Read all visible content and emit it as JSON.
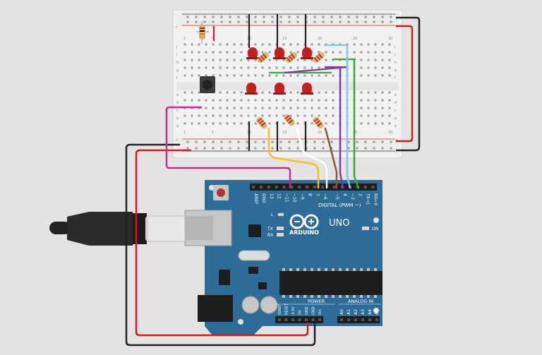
{
  "board": {
    "logo_text": "ARDUINO",
    "model_text": "UNO",
    "digital_header_text": "DIGITAL (PWM ~)",
    "power_header_text": "POWER",
    "analog_header_text": "ANALOG IN",
    "on_label": "ON",
    "tx_label": "TX",
    "rx_label": "RX",
    "l_label": "L",
    "digital_pins": [
      "AREF",
      "GND",
      "13",
      "12",
      "~11",
      "~10",
      "~9",
      "8",
      "7",
      "~6",
      "~5",
      "4",
      "~3",
      "2",
      "TX→1",
      "RX←0"
    ],
    "power_pins": [
      "IOREF",
      "RESET",
      "3.3V",
      "5V",
      "GND",
      "GND",
      "Vin"
    ],
    "analog_pins": [
      "A0",
      "A1",
      "A2",
      "A3",
      "A4",
      "A5"
    ]
  },
  "breadboard": {
    "row_letters_top": [
      "j",
      "i",
      "h",
      "g",
      "f"
    ],
    "row_letters_bottom": [
      "e",
      "d",
      "c",
      "b",
      "a"
    ],
    "rail_plus": "+",
    "rail_minus": "-",
    "column_numbers": [
      "1",
      "",
      "",
      "",
      "5",
      "",
      "",
      "",
      "",
      "10",
      "",
      "",
      "",
      "",
      "15",
      "",
      "",
      "",
      "",
      "20",
      "",
      "",
      "",
      "",
      "25",
      "",
      "",
      "",
      "",
      "30"
    ]
  },
  "colors": {
    "board": "#2e6c98",
    "breadboard": "#f2f2f2",
    "wire_black": "#222222",
    "wire_red": "#d7191c",
    "wire_magenta": "#c0308f",
    "wire_yellow": "#f2c31b",
    "wire_white": "#ffffff",
    "wire_brown": "#8b5a2b",
    "wire_purple": "#7b3fa6",
    "wire_cyan": "#7ec8e3",
    "wire_green": "#3aa83a",
    "led_red": "#c81e1e"
  }
}
